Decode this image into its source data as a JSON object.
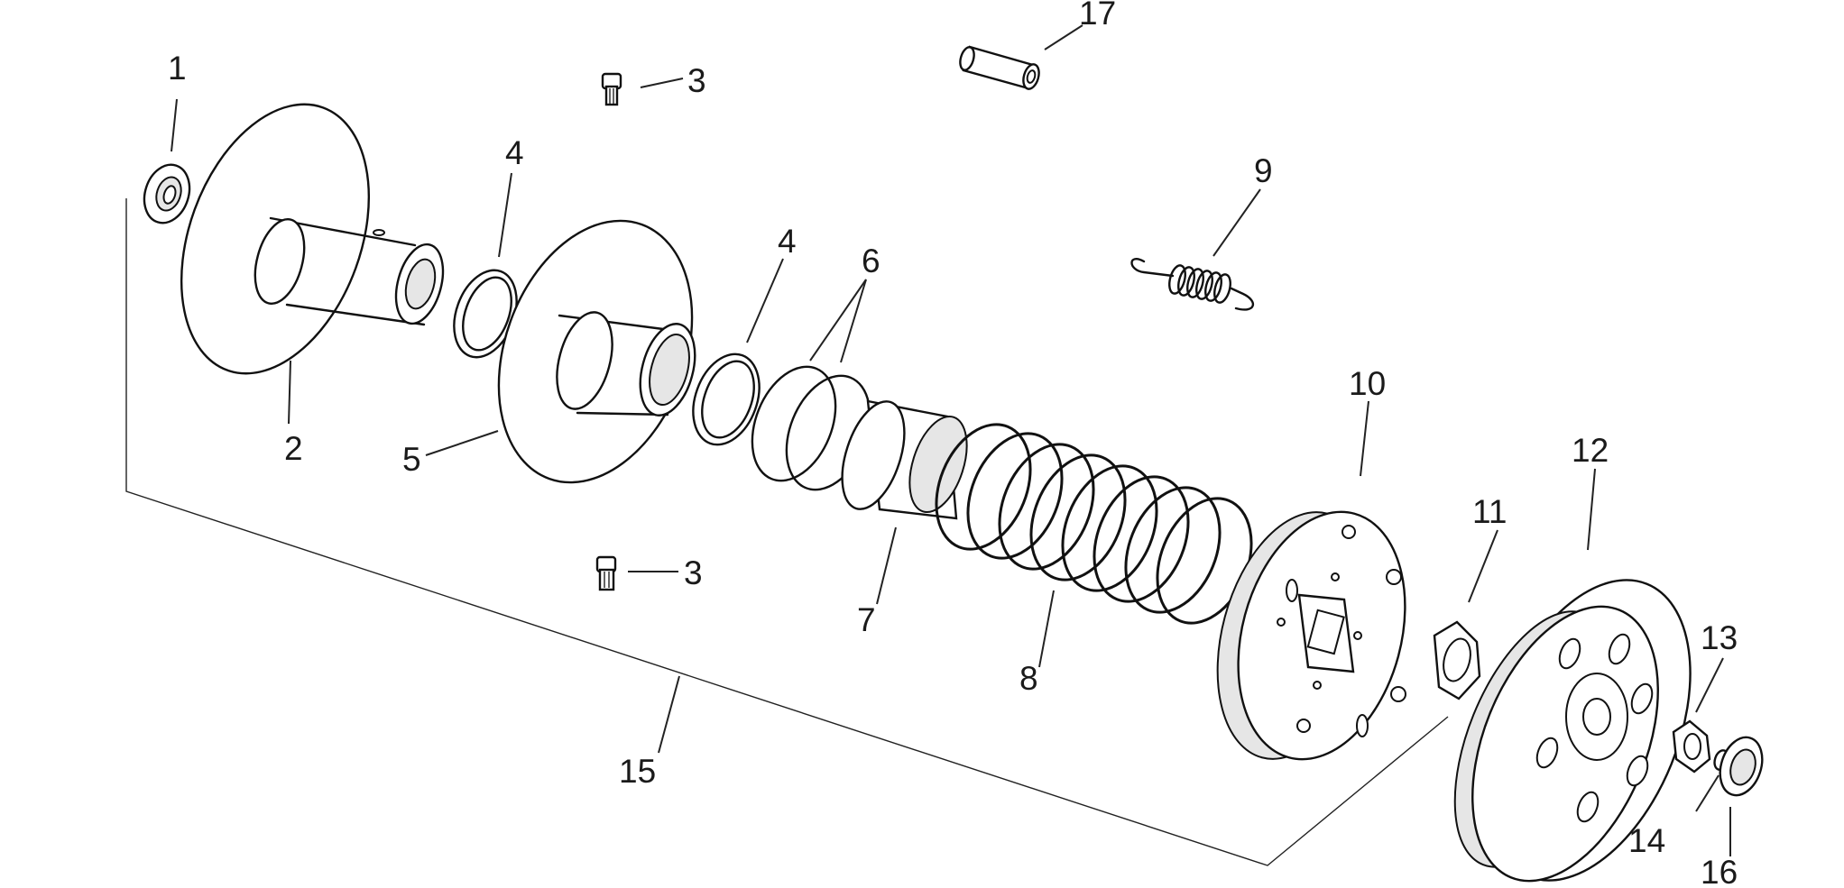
{
  "diagram": {
    "callouts": [
      {
        "id": "c1",
        "label": "1"
      },
      {
        "id": "c2",
        "label": "2"
      },
      {
        "id": "c3a",
        "label": "3"
      },
      {
        "id": "c3b",
        "label": "3"
      },
      {
        "id": "c4a",
        "label": "4"
      },
      {
        "id": "c4b",
        "label": "4"
      },
      {
        "id": "c5",
        "label": "5"
      },
      {
        "id": "c6",
        "label": "6"
      },
      {
        "id": "c7",
        "label": "7"
      },
      {
        "id": "c8",
        "label": "8"
      },
      {
        "id": "c9",
        "label": "9"
      },
      {
        "id": "c10",
        "label": "10"
      },
      {
        "id": "c11",
        "label": "11"
      },
      {
        "id": "c12",
        "label": "12"
      },
      {
        "id": "c13",
        "label": "13"
      },
      {
        "id": "c14",
        "label": "14"
      },
      {
        "id": "c15",
        "label": "15"
      },
      {
        "id": "c16",
        "label": "16"
      },
      {
        "id": "c17",
        "label": "17"
      }
    ]
  }
}
